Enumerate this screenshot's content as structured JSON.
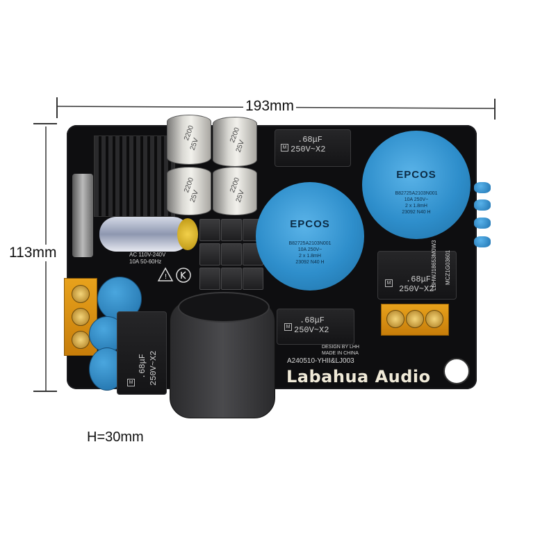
{
  "dimensions": {
    "width_label": "193mm",
    "height_label": "113mm",
    "depth_label": "H=30mm"
  },
  "board": {
    "brand": "Labahua Audio",
    "model_code": "A240510-YHII&LJ003",
    "design_note": "DESIGN BY LHH",
    "made_in": "MADE IN CHINA",
    "side_code": "LBHWJ18653M0W3",
    "side_code_2": "MCZ1G03601",
    "fuse_rating": "10A 50-60Hz",
    "fuse_voltage": "AC 110V-240V"
  },
  "components": {
    "film_caps": [
      {
        "value": ".68μF",
        "rating": "250V~X2"
      },
      {
        "value": ".68μF",
        "rating": "250V~X2"
      },
      {
        "value": ".68μF",
        "rating": "250V~X2"
      },
      {
        "value": ".68μF",
        "rating": "250V~X2"
      }
    ],
    "epcos_caps": [
      {
        "brand": "EPCOS",
        "line1": "B82725A2103N001",
        "line2": "10A  250V~",
        "line3": "2 x 1.8mH",
        "line4": "23092  N40  H"
      },
      {
        "brand": "EPCOS",
        "line1": "B82725A2103N001",
        "line2": "10A  250V~",
        "line3": "2 x 1.8mH",
        "line4": "23092  N40  H"
      }
    ],
    "electrolytic_caps": [
      {
        "value": "2200",
        "voltage": "25V"
      },
      {
        "value": "2200",
        "voltage": "25V"
      },
      {
        "value": "2200",
        "voltage": "25V"
      },
      {
        "value": "2200",
        "voltage": "25V"
      }
    ]
  },
  "colors": {
    "pcb": "#0e0e10",
    "epcos_blue": "#2e8ecb",
    "terminal_orange": "#e8a21c",
    "silkscreen": "#f0ead8"
  }
}
